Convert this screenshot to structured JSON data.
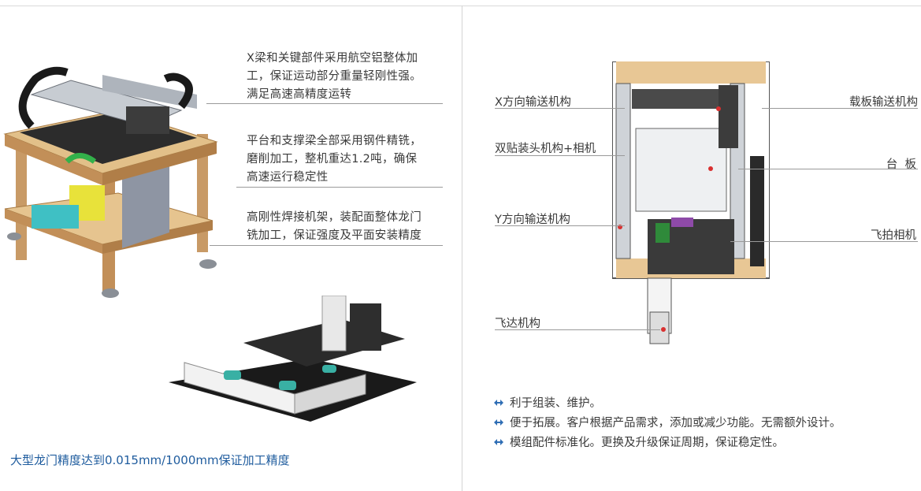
{
  "left_panel": {
    "notes": [
      {
        "lines": [
          "X梁和关键部件采用航空铝整体加",
          "工，保证运动部分重量轻刚性强。",
          "满足高速高精度运转"
        ]
      },
      {
        "lines": [
          "平台和支撑梁全部采用钢件精铣，",
          "磨削加工，整机重达1.2吨，确保",
          "高速运行稳定性"
        ]
      },
      {
        "lines": [
          "高刚性焊接机架，装配面整体龙门",
          "铣加工，保证强度及平面安装精度"
        ]
      }
    ],
    "caption": "大型龙门精度达到0.015mm/1000mm保证加工精度"
  },
  "right_panel": {
    "callouts_left": [
      "X方向输送机构",
      "双贴装头机构+相机",
      "Y方向输送机构",
      "飞达机构"
    ],
    "callouts_right": [
      "载板输送机构",
      "台  板",
      "飞拍相机"
    ],
    "bullets": [
      "利于组装、维护。",
      "便于拓展。客户根据产品需求，添加或减少功能。无需额外设计。",
      "模组配件标准化。更换及升级保证周期，保证稳定性。"
    ]
  },
  "colors": {
    "accent_blue": "#1f5c9e",
    "bullet_blue": "#2e6db4",
    "text": "#3a3a3a",
    "rule": "#9a9a9a"
  },
  "icons": [
    "double-arrow-bullet-icon"
  ]
}
